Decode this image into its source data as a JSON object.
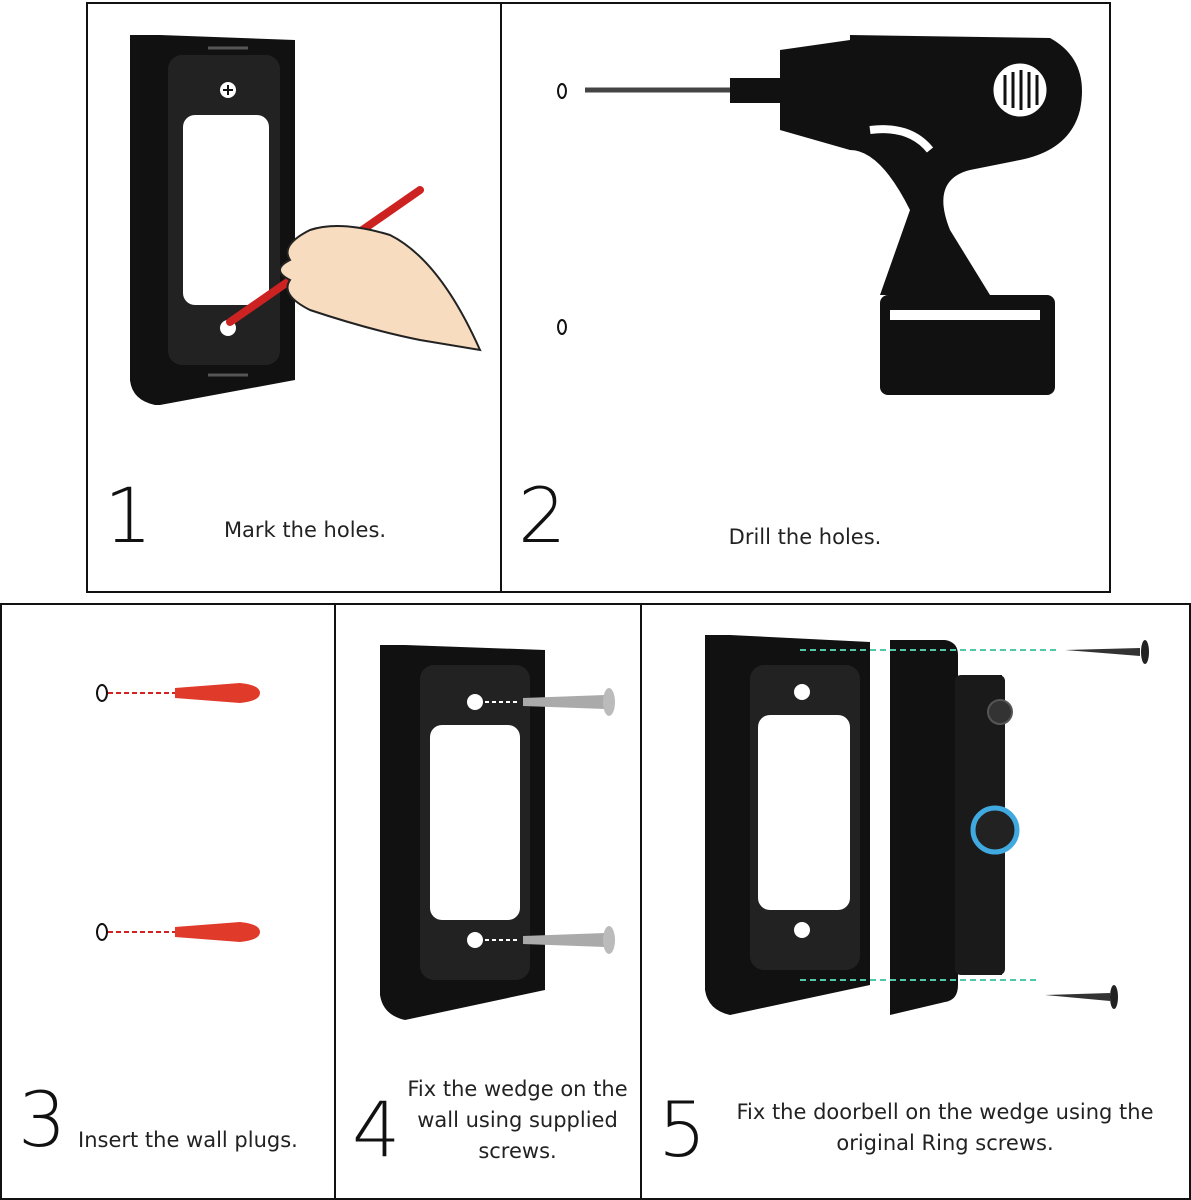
{
  "steps": [
    {
      "number": "1",
      "caption": "Mark the holes."
    },
    {
      "number": "2",
      "caption": "Drill the holes."
    },
    {
      "number": "3",
      "caption": "Insert the wall plugs."
    },
    {
      "number": "4",
      "caption": "Fix the wedge on the wall using supplied screws."
    },
    {
      "number": "5",
      "caption": "Fix the doorbell on the wedge using the original Ring screws."
    }
  ],
  "colors": {
    "wedge": "#111111",
    "plug": "#e03a2a",
    "plug_guide": "#d22222",
    "screw_guide_teal": "#4fc9a8",
    "ring_light": "#3fa9e0"
  }
}
